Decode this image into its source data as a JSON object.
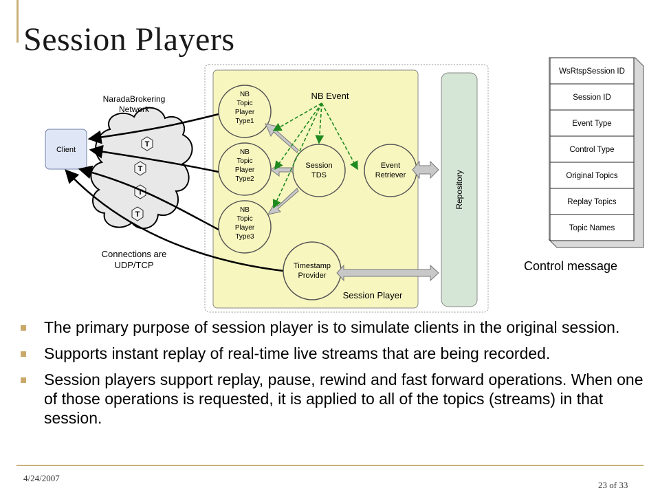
{
  "slide": {
    "title": "Session Players",
    "date": "4/24/2007",
    "page": "23 of 33"
  },
  "diagram": {
    "network_label_line1": "NaradaBrokering",
    "network_label_line2": "Network",
    "client_label": "Client",
    "topic_marker": "T",
    "connections_line1": "Connections are",
    "connections_line2": "UDP/TCP",
    "nb_event_label": "NB Event",
    "player1": [
      "NB",
      "Topic",
      "Player",
      "Type1"
    ],
    "player2": [
      "NB",
      "Topic",
      "Player",
      "Type2"
    ],
    "player3": [
      "NB",
      "Topic",
      "Player",
      "Type3"
    ],
    "session_tds": [
      "Session",
      "TDS"
    ],
    "event_retriever": [
      "Event",
      "Retriever"
    ],
    "timestamp_provider": [
      "Timestamp",
      "Provider"
    ],
    "session_player_label": "Session Player",
    "repository_label": "Repository"
  },
  "control_message": {
    "caption": "Control message",
    "fields": [
      "WsRtspSession ID",
      "Session ID",
      "Event Type",
      "Control Type",
      "Original Topics",
      "Replay Topics",
      "Topic Names"
    ]
  },
  "bullets": [
    "The primary purpose of session player is to simulate clients in the original session.",
    "Supports instant replay of real-time live streams that are being recorded.",
    "Session players support replay, pause, rewind and fast forward operations. When one of those operations is requested, it is applied to all of the topics (streams) in that session."
  ]
}
